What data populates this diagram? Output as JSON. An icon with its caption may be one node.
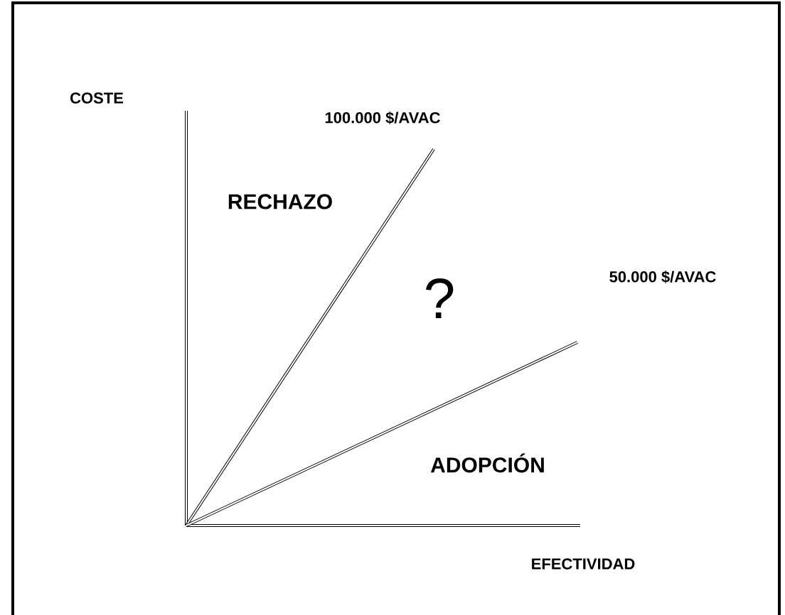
{
  "diagram": {
    "labels": [
      "COSTE",
      "100.000 $/AVAC",
      "RECHAZO",
      "?",
      "50.000 $/AVAC",
      "ADOPCIÓN",
      "EFECTIVIDAD"
    ]
  }
}
